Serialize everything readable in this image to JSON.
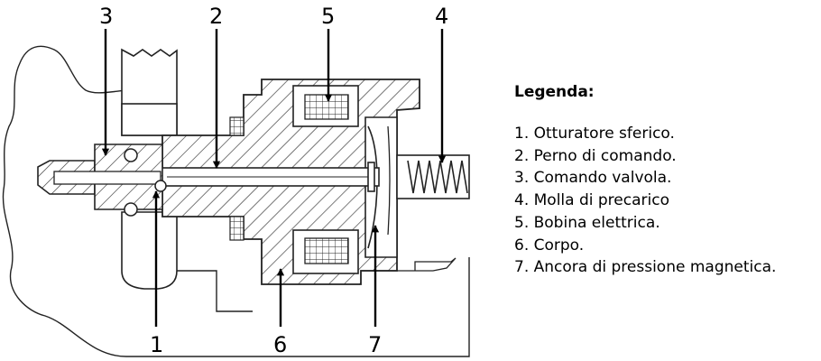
{
  "callouts": {
    "c1": "1",
    "c2": "2",
    "c3": "3",
    "c4": "4",
    "c5": "5",
    "c6": "6",
    "c7": "7"
  },
  "legend": {
    "title": "Legenda:",
    "items": [
      "1. Otturatore sferico.",
      "2. Perno di comando.",
      "3. Comando valvola.",
      "4. Molla di precarico",
      "5. Bobina elettrica.",
      "6. Corpo.",
      "7. Ancora di pressione magnetica."
    ]
  }
}
